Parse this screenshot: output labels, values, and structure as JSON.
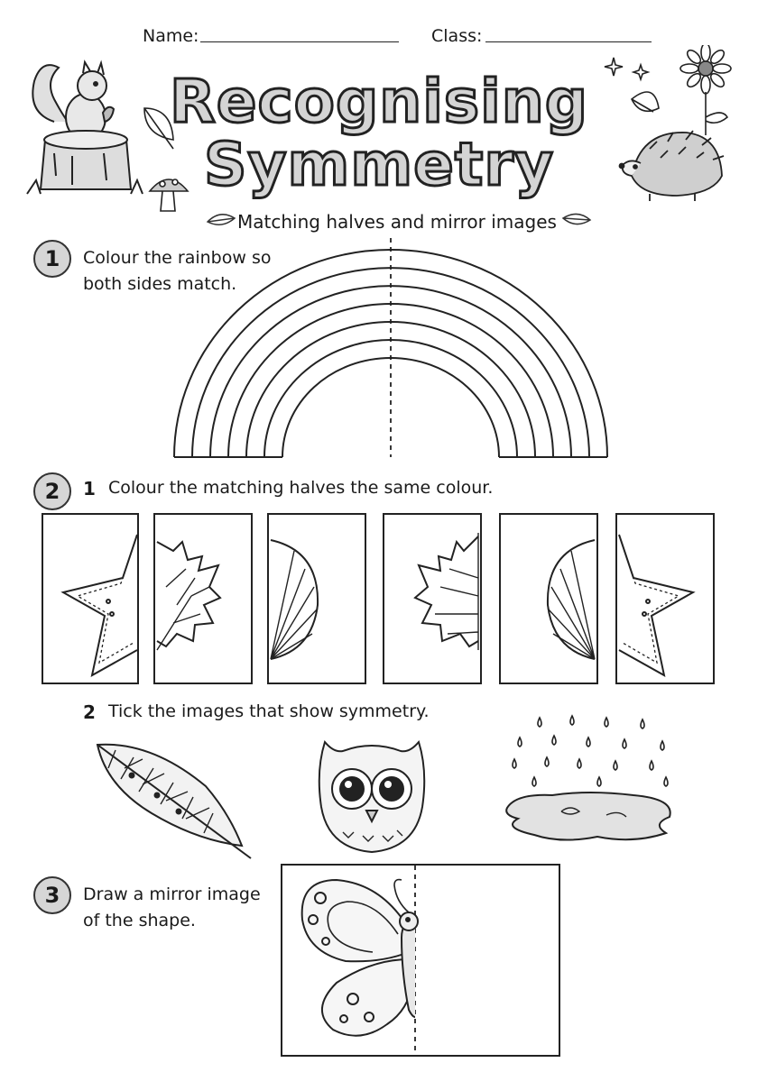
{
  "header": {
    "name_label": "Name:",
    "class_label": "Class:",
    "title_line1": "Recognising",
    "title_line2": "Symmetry",
    "subtitle": "Matching halves and mirror images"
  },
  "q1": {
    "number": "1",
    "text_line1": "Colour the rainbow so",
    "text_line2": "both sides match."
  },
  "q2": {
    "number": "2",
    "part1_number": "1",
    "part1_text": "Colour the matching halves the same colour.",
    "cards": [
      "star-left-half",
      "leaf-right-half",
      "shell-right-half",
      "leaf-left-half",
      "shell-left-half",
      "star-right-half"
    ],
    "part2_number": "2",
    "part2_text": "Tick the images that show symmetry.",
    "tick_images": [
      "feather",
      "owl",
      "rain-puddle"
    ]
  },
  "q3": {
    "number": "3",
    "text_line1": "Draw a mirror image",
    "text_line2": "of the shape."
  }
}
